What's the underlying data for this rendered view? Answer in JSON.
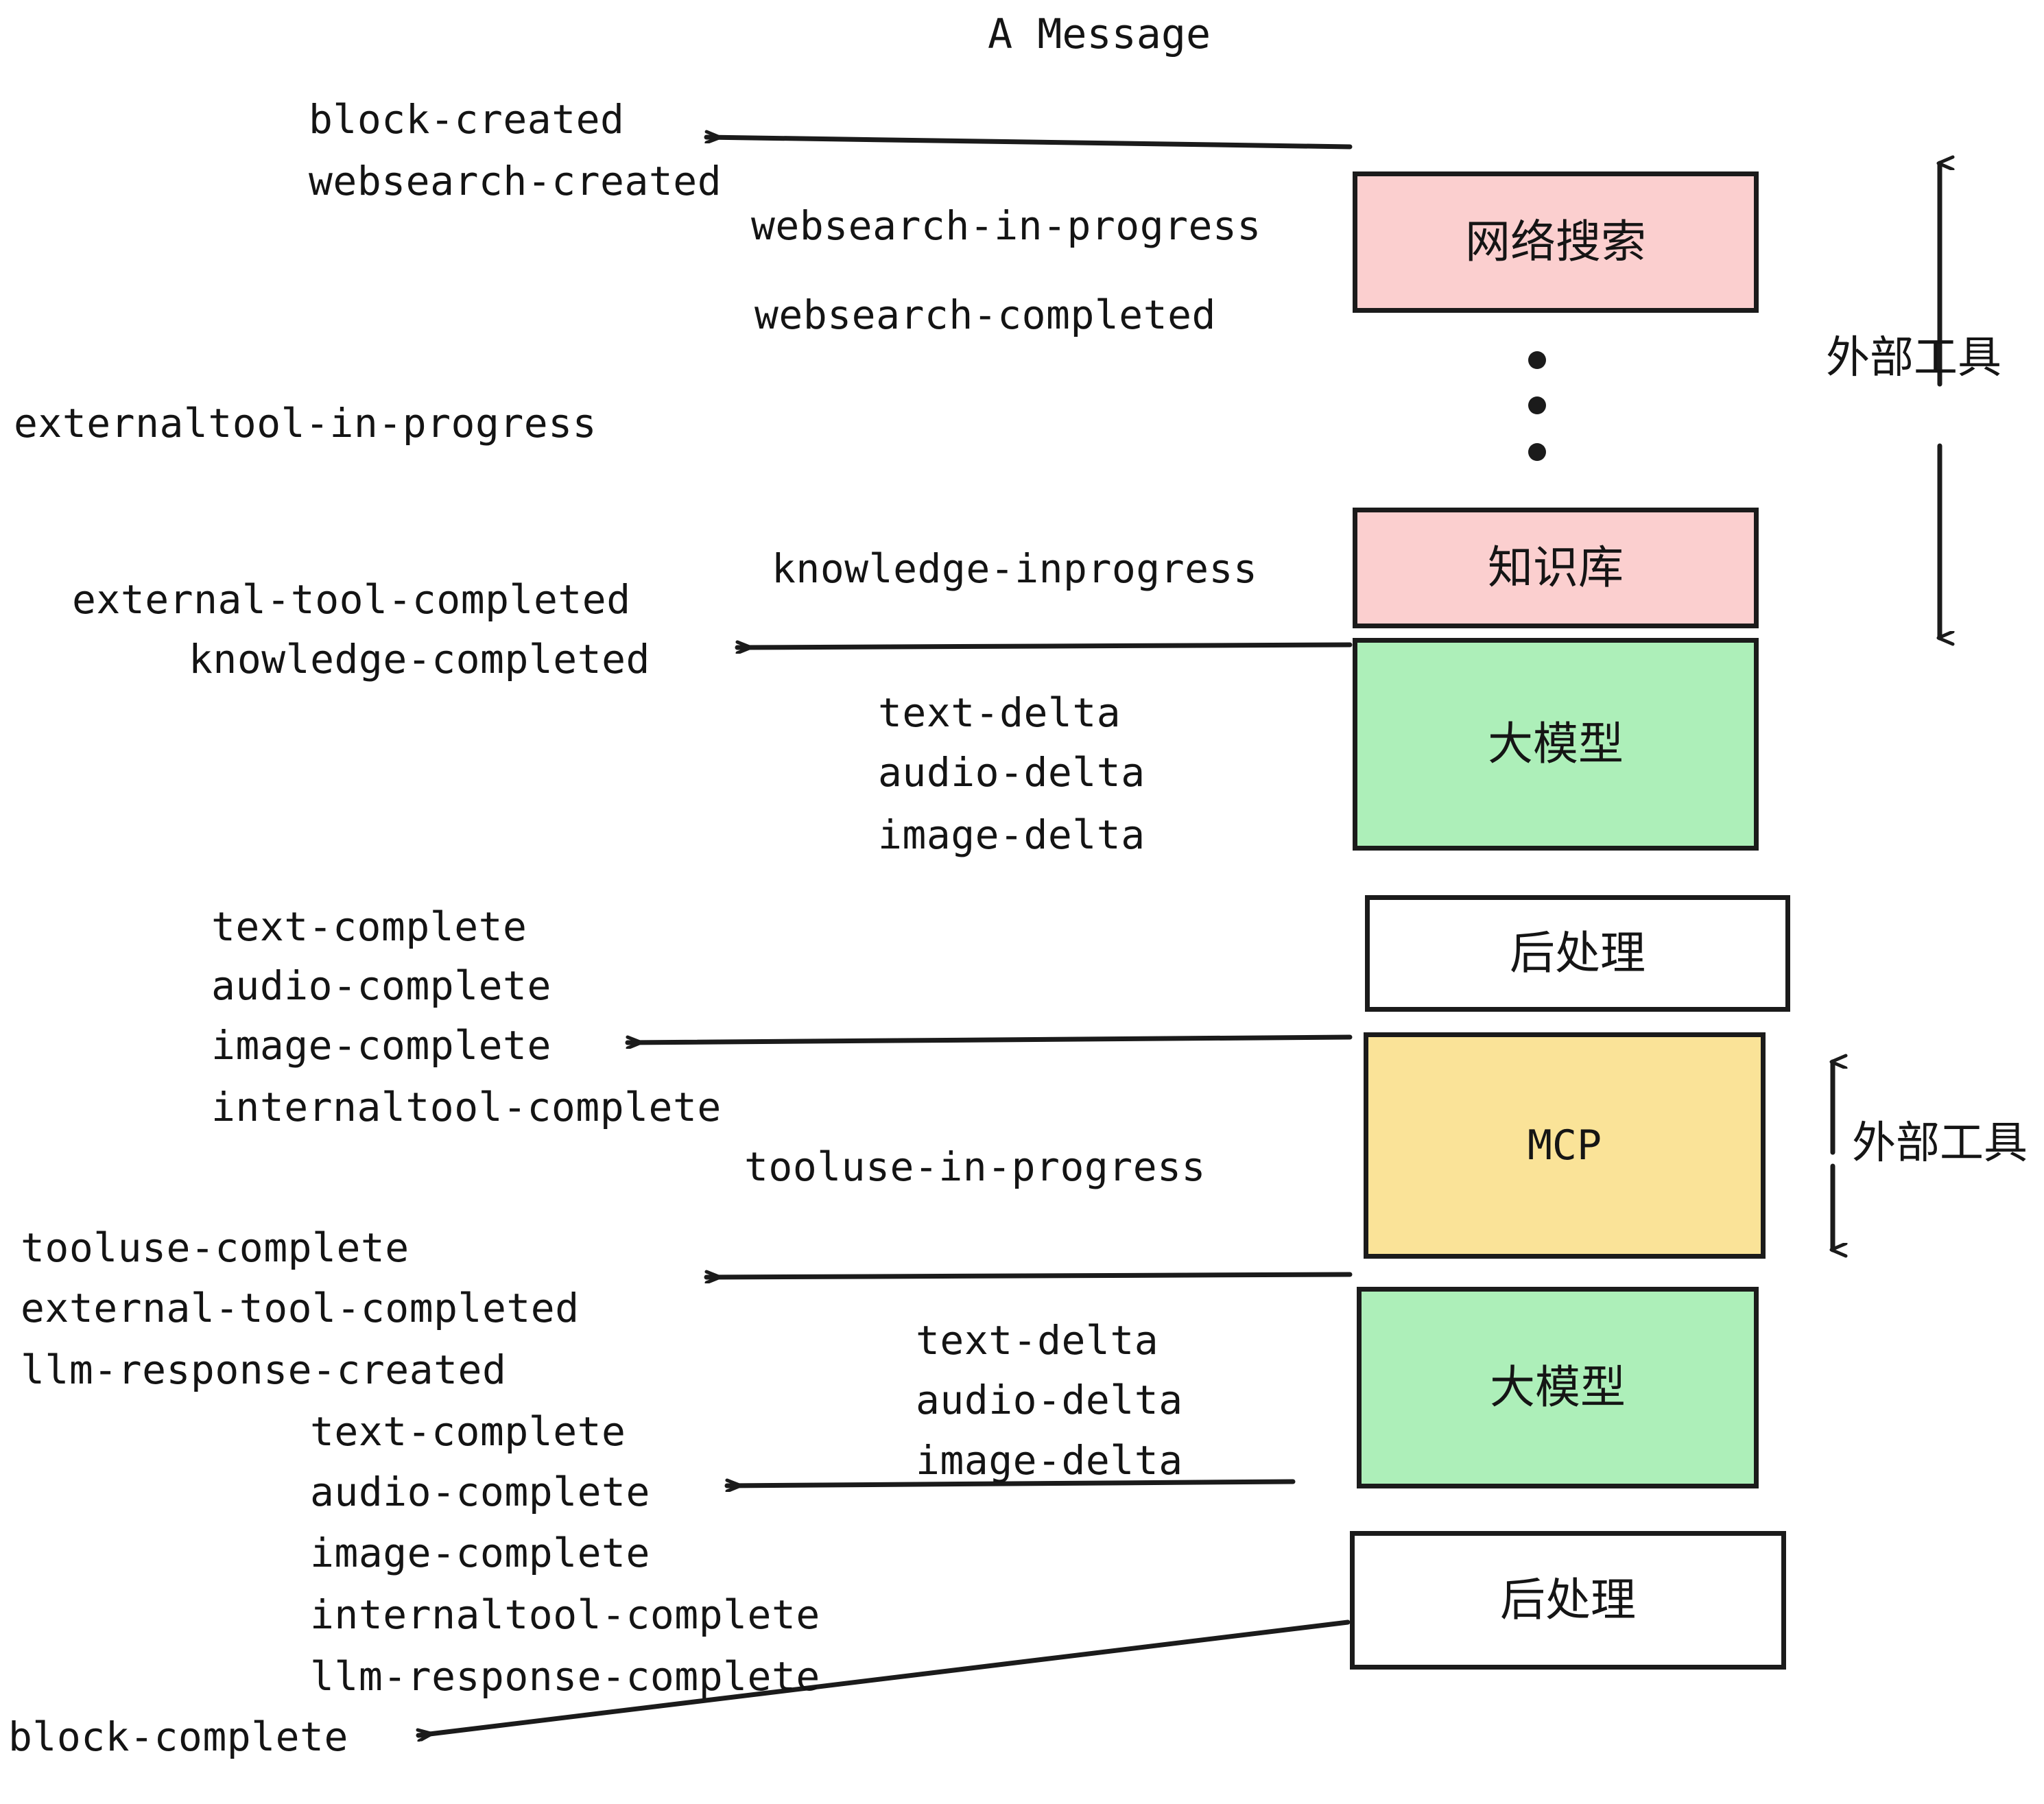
{
  "diagram": {
    "title": "A Message",
    "colors": {
      "external_tool_box": "#FBCFCF",
      "llm_box": "#ADEFB9",
      "mcp_box": "#FAE398",
      "postprocess_box": "#FFFFFF",
      "stroke": "#1b1b1b",
      "text": "#141414"
    },
    "nodes": [
      {
        "id": "websearch",
        "label": "网络搜索",
        "kind": "external-tool"
      },
      {
        "id": "knowledge",
        "label": "知识库",
        "kind": "external-tool"
      },
      {
        "id": "llm-1",
        "label": "大模型",
        "kind": "llm"
      },
      {
        "id": "postprocess-1",
        "label": "后处理",
        "kind": "postprocess"
      },
      {
        "id": "mcp",
        "label": "MCP",
        "kind": "mcp"
      },
      {
        "id": "llm-2",
        "label": "大模型",
        "kind": "llm"
      },
      {
        "id": "postprocess-2",
        "label": "后处理",
        "kind": "postprocess"
      }
    ],
    "side_labels": [
      {
        "id": "external-tools-top",
        "label": "外部工具"
      },
      {
        "id": "external-tools-bottom",
        "label": "外部工具"
      }
    ],
    "events": [
      {
        "id": "e01",
        "text": "block-created"
      },
      {
        "id": "e02",
        "text": "websearch-created"
      },
      {
        "id": "e03",
        "text": "websearch-in-progress"
      },
      {
        "id": "e04",
        "text": "websearch-completed"
      },
      {
        "id": "e05",
        "text": "externaltool-in-progress"
      },
      {
        "id": "e06",
        "text": "knowledge-inprogress"
      },
      {
        "id": "e07",
        "text": "external-tool-completed"
      },
      {
        "id": "e08",
        "text": "knowledge-completed"
      },
      {
        "id": "e09",
        "text": "text-delta"
      },
      {
        "id": "e10",
        "text": "audio-delta"
      },
      {
        "id": "e11",
        "text": "image-delta"
      },
      {
        "id": "e12",
        "text": "text-complete"
      },
      {
        "id": "e13",
        "text": "audio-complete"
      },
      {
        "id": "e14",
        "text": "image-complete"
      },
      {
        "id": "e15",
        "text": "internaltool-complete"
      },
      {
        "id": "e16",
        "text": "tooluse-in-progress"
      },
      {
        "id": "e17",
        "text": "tooluse-complete"
      },
      {
        "id": "e18",
        "text": "external-tool-completed"
      },
      {
        "id": "e19",
        "text": "llm-response-created"
      },
      {
        "id": "e20",
        "text": "text-delta"
      },
      {
        "id": "e21",
        "text": "audio-delta"
      },
      {
        "id": "e22",
        "text": "image-delta"
      },
      {
        "id": "e23",
        "text": "text-complete"
      },
      {
        "id": "e24",
        "text": "audio-complete"
      },
      {
        "id": "e25",
        "text": "image-complete"
      },
      {
        "id": "e26",
        "text": "internaltool-complete"
      },
      {
        "id": "e27",
        "text": "llm-response-complete"
      },
      {
        "id": "e28",
        "text": "block-complete"
      }
    ],
    "ellipsis_dots": 3
  }
}
